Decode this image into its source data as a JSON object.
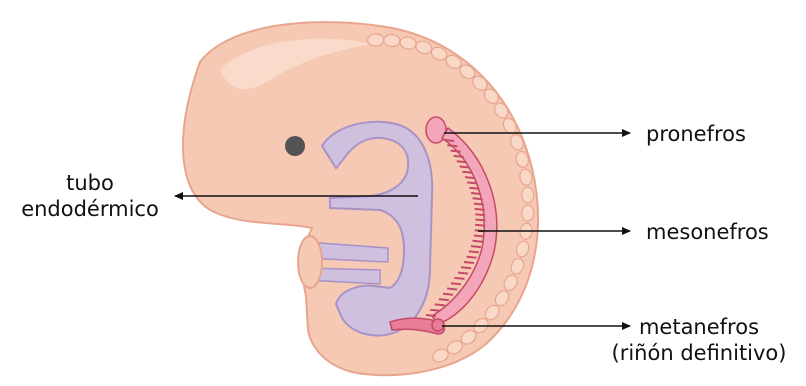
{
  "colors": {
    "skin": "#f6c9b4",
    "skin_outline": "#e8a58e",
    "endoderm": "#cfc0df",
    "endoderm_outline": "#a893c6",
    "kidney": "#e77d96",
    "kidney_outline": "#c54a69",
    "eye": "#545454",
    "arrow": "#111111"
  },
  "labels": {
    "tubo_line1": "tubo",
    "tubo_line2": "endodérmico",
    "pronefros": "pronefros",
    "mesonefros": "mesonefros",
    "metanefros_line1": "metanefros",
    "metanefros_line2": "(riñón definitivo)"
  }
}
